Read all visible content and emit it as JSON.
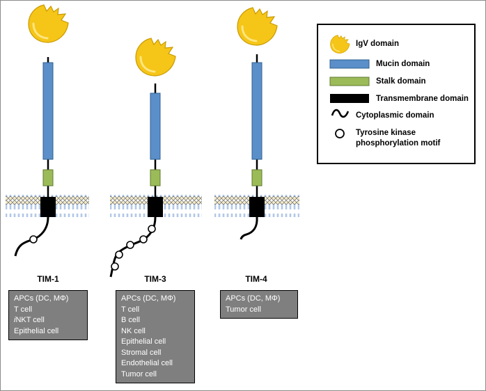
{
  "proteins": [
    {
      "name": "TIM-1",
      "cells": [
        "APCs (DC, MΦ)",
        "T cell",
        "iNKT cell",
        "Epithelial cell"
      ],
      "phospho_motifs": 1
    },
    {
      "name": "TIM-3",
      "cells": [
        "APCs (DC, MΦ)",
        "T cell",
        "B cell",
        "NK cell",
        "Epithelial cell",
        "Stromal cell",
        "Endothelial cell",
        "Tumor cell"
      ],
      "phospho_motifs": 5
    },
    {
      "name": "TIM-4",
      "cells": [
        "APCs (DC, MΦ)",
        "Tumor cell"
      ],
      "phospho_motifs": 0
    }
  ],
  "legend": {
    "igv": "IgV domain",
    "mucin": "Mucin domain",
    "stalk": "Stalk domain",
    "transmembrane": "Transmembrane domain",
    "cytoplasmic": "Cytoplasmic domain",
    "tyrosine_line1": "Tyrosine kinase",
    "tyrosine_line2": "phosphorylation motif"
  },
  "colors": {
    "igv": "#F5C518",
    "igv_stroke": "#C99A00",
    "mucin": "#5B8FC9",
    "stalk": "#9BBB59",
    "transmembrane": "#000000",
    "lipid_head": "#F2E8C4",
    "lipid_tail": "#7FA3D6",
    "cell_box": "#7F7F7F"
  }
}
